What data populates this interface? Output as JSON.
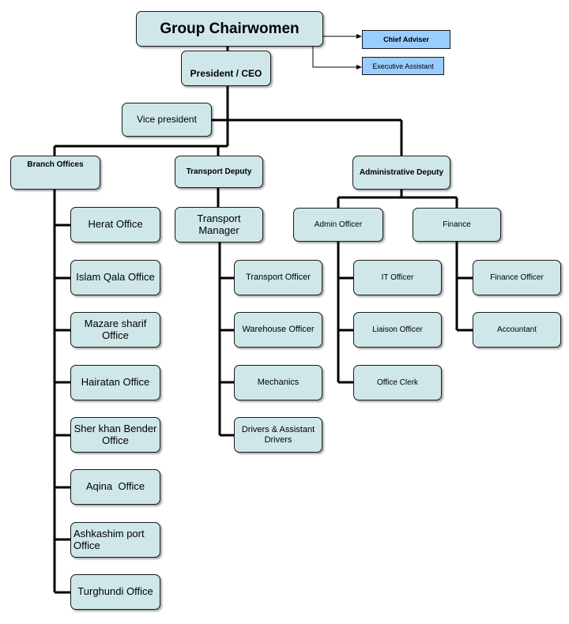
{
  "nodes": {
    "chairwomen": "Group Chairwomen",
    "president": "President / CEO",
    "chief_adviser": "Chief Adviser",
    "executive_assistant": "Executive Assistant",
    "vice_president": "Vice president",
    "branch_offices": "Branch Offices",
    "transport_deputy": "Transport Deputy",
    "administrative_deputy": "Administrative Deputy",
    "herat": "Herat Office",
    "islam_qala": "Islam Qala Office",
    "mazare_sharif": "Mazare sharif Office",
    "hairatan": "Hairatan Office",
    "sher_khan": "Sher khan Bender Office",
    "aqina": "Aqina  Office",
    "ashkashim": "Ashkashim port Office",
    "turghundi": "Turghundi Office",
    "transport_manager": "Transport Manager",
    "transport_officer": "Transport Officer",
    "warehouse_officer": "Warehouse Officer",
    "mechanics": "Mechanics",
    "drivers": "Drivers & Assistant Drivers",
    "admin_officer": "Admin Officer",
    "finance": "Finance",
    "it_officer": "IT Officer",
    "liaison_officer": "Liaison Officer",
    "office_clerk": "Office Clerk",
    "finance_officer": "Finance Officer",
    "accountant": "Accountant"
  }
}
